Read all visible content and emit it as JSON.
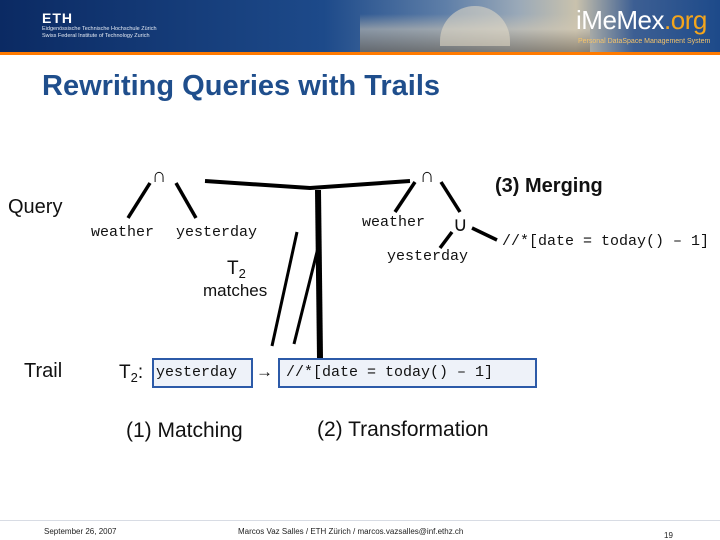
{
  "header": {
    "eth_logo": "ETH",
    "eth_subtitle": "Eidgenössische Technische Hochschule Zürich\nSwiss Federal Institute of Technology Zurich",
    "imemex_prefix": "i",
    "imemex_name": "MeMex",
    "imemex_dot": ".",
    "imemex_tld": "org",
    "imemex_tagline": "Personal DataSpace Management System"
  },
  "slide": {
    "title": "Rewriting Queries with Trails",
    "query_label": "Query",
    "trail_label": "Trail",
    "left_tree": {
      "root_op": "∩",
      "left_leaf": "weather",
      "right_leaf": "yesterday"
    },
    "matches": {
      "t": "T",
      "sub": "2",
      "word": "matches"
    },
    "right_tree": {
      "root_op": "∩",
      "left_leaf": "weather",
      "union_op": "∪",
      "union_left": "yesterday",
      "union_right": "//*[date = today() – 1]"
    },
    "merging_label": "(3) Merging",
    "trail_def": {
      "t": "T",
      "sub": "2",
      "colon": ":",
      "lhs": "yesterday",
      "arrow": "→",
      "rhs": "//*[date = today() – 1]"
    },
    "matching_label": "(1) Matching",
    "transformation_label": "(2) Transformation"
  },
  "footer": {
    "date": "September 26, 2007",
    "author": "Marcos Vaz Salles / ETH Zürich / marcos.vazsalles@inf.ethz.ch",
    "page": "19"
  },
  "colors": {
    "title": "#1f4e8c",
    "accent_orange": "#ff7a00",
    "box_border": "#2c5aa8",
    "banner": "#0b2a63"
  }
}
